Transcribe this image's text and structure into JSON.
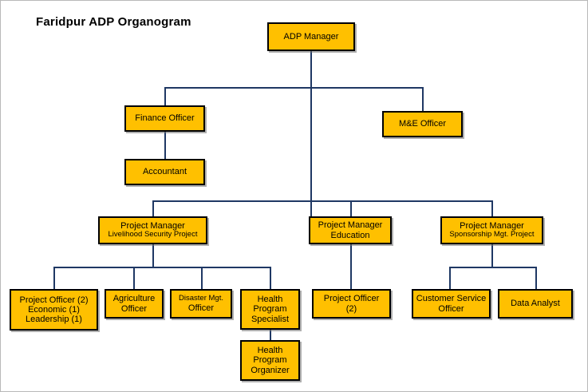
{
  "title": "Faridpur ADP Organogram",
  "colors": {
    "node_fill": "#FFC000",
    "node_border": "#000000",
    "connector": "#1F3864",
    "background": "#FFFFFF",
    "text": "#000000"
  },
  "chart_data": {
    "type": "diagram",
    "title": "Faridpur ADP Organogram",
    "nodes": [
      {
        "id": "adp-manager",
        "lines": [
          "ADP Manager"
        ],
        "level": 0
      },
      {
        "id": "finance-officer",
        "lines": [
          "Finance Officer"
        ],
        "level": 1
      },
      {
        "id": "me-officer",
        "lines": [
          "M&E Officer"
        ],
        "level": 1
      },
      {
        "id": "accountant",
        "lines": [
          "Accountant"
        ],
        "level": 2
      },
      {
        "id": "pm-livelihood",
        "lines": [
          "Project Manager",
          "Livelihood Security Project"
        ],
        "level": 2
      },
      {
        "id": "pm-education",
        "lines": [
          "Project Manager",
          "Education"
        ],
        "level": 2
      },
      {
        "id": "pm-sponsorship",
        "lines": [
          "Project Manager",
          "Sponsorship Mgt. Project"
        ],
        "level": 2
      },
      {
        "id": "project-officer-economic",
        "lines": [
          "Project Officer (2)",
          "Economic (1)",
          "Leadership (1)"
        ],
        "level": 3
      },
      {
        "id": "agriculture-officer",
        "lines": [
          "Agriculture",
          "Officer"
        ],
        "level": 3
      },
      {
        "id": "disaster-mgt-officer",
        "lines": [
          "Disaster Mgt.",
          "Officer"
        ],
        "level": 3
      },
      {
        "id": "health-program-specialist",
        "lines": [
          "Health",
          "Program",
          "Specialist"
        ],
        "level": 3
      },
      {
        "id": "project-officer-education",
        "lines": [
          "Project Officer",
          "(2)"
        ],
        "level": 3
      },
      {
        "id": "customer-service-officer",
        "lines": [
          "Customer Service",
          "Officer"
        ],
        "level": 3
      },
      {
        "id": "data-analyst",
        "lines": [
          "Data Analyst"
        ],
        "level": 3
      },
      {
        "id": "health-program-organizer",
        "lines": [
          "Health",
          "Program",
          "Organizer"
        ],
        "level": 4
      }
    ],
    "edges": [
      {
        "from": "adp-manager",
        "to": "finance-officer"
      },
      {
        "from": "adp-manager",
        "to": "me-officer"
      },
      {
        "from": "finance-officer",
        "to": "accountant"
      },
      {
        "from": "adp-manager",
        "to": "pm-livelihood"
      },
      {
        "from": "adp-manager",
        "to": "pm-education"
      },
      {
        "from": "adp-manager",
        "to": "pm-sponsorship"
      },
      {
        "from": "pm-livelihood",
        "to": "project-officer-economic"
      },
      {
        "from": "pm-livelihood",
        "to": "agriculture-officer"
      },
      {
        "from": "pm-livelihood",
        "to": "disaster-mgt-officer"
      },
      {
        "from": "pm-livelihood",
        "to": "health-program-specialist"
      },
      {
        "from": "pm-education",
        "to": "project-officer-education"
      },
      {
        "from": "pm-sponsorship",
        "to": "customer-service-officer"
      },
      {
        "from": "pm-sponsorship",
        "to": "data-analyst"
      },
      {
        "from": "health-program-specialist",
        "to": "health-program-organizer"
      }
    ]
  },
  "nodes": {
    "adp_manager": {
      "l1": "ADP Manager"
    },
    "finance_officer": {
      "l1": "Finance Officer"
    },
    "me_officer": {
      "l1": "M&E Officer"
    },
    "accountant": {
      "l1": "Accountant"
    },
    "pm_livelihood": {
      "l1": "Project Manager",
      "l2": "Livelihood Security Project"
    },
    "pm_education": {
      "l1": "Project Manager",
      "l2": "Education"
    },
    "pm_sponsorship": {
      "l1": "Project Manager",
      "l2": "Sponsorship Mgt. Project"
    },
    "project_officer_economic": {
      "l1": "Project Officer (2)",
      "l2": "Economic (1)",
      "l3": "Leadership (1)"
    },
    "agriculture_officer": {
      "l1": "Agriculture",
      "l2": "Officer"
    },
    "disaster_mgt_officer": {
      "l1": "Disaster Mgt.",
      "l2": "Officer"
    },
    "health_program_specialist": {
      "l1": "Health",
      "l2": "Program",
      "l3": "Specialist"
    },
    "project_officer_education": {
      "l1": "Project Officer",
      "l2": "(2)"
    },
    "customer_service_officer": {
      "l1": "Customer Service",
      "l2": "Officer"
    },
    "data_analyst": {
      "l1": "Data Analyst"
    },
    "health_program_organizer": {
      "l1": "Health",
      "l2": "Program",
      "l3": "Organizer"
    }
  }
}
